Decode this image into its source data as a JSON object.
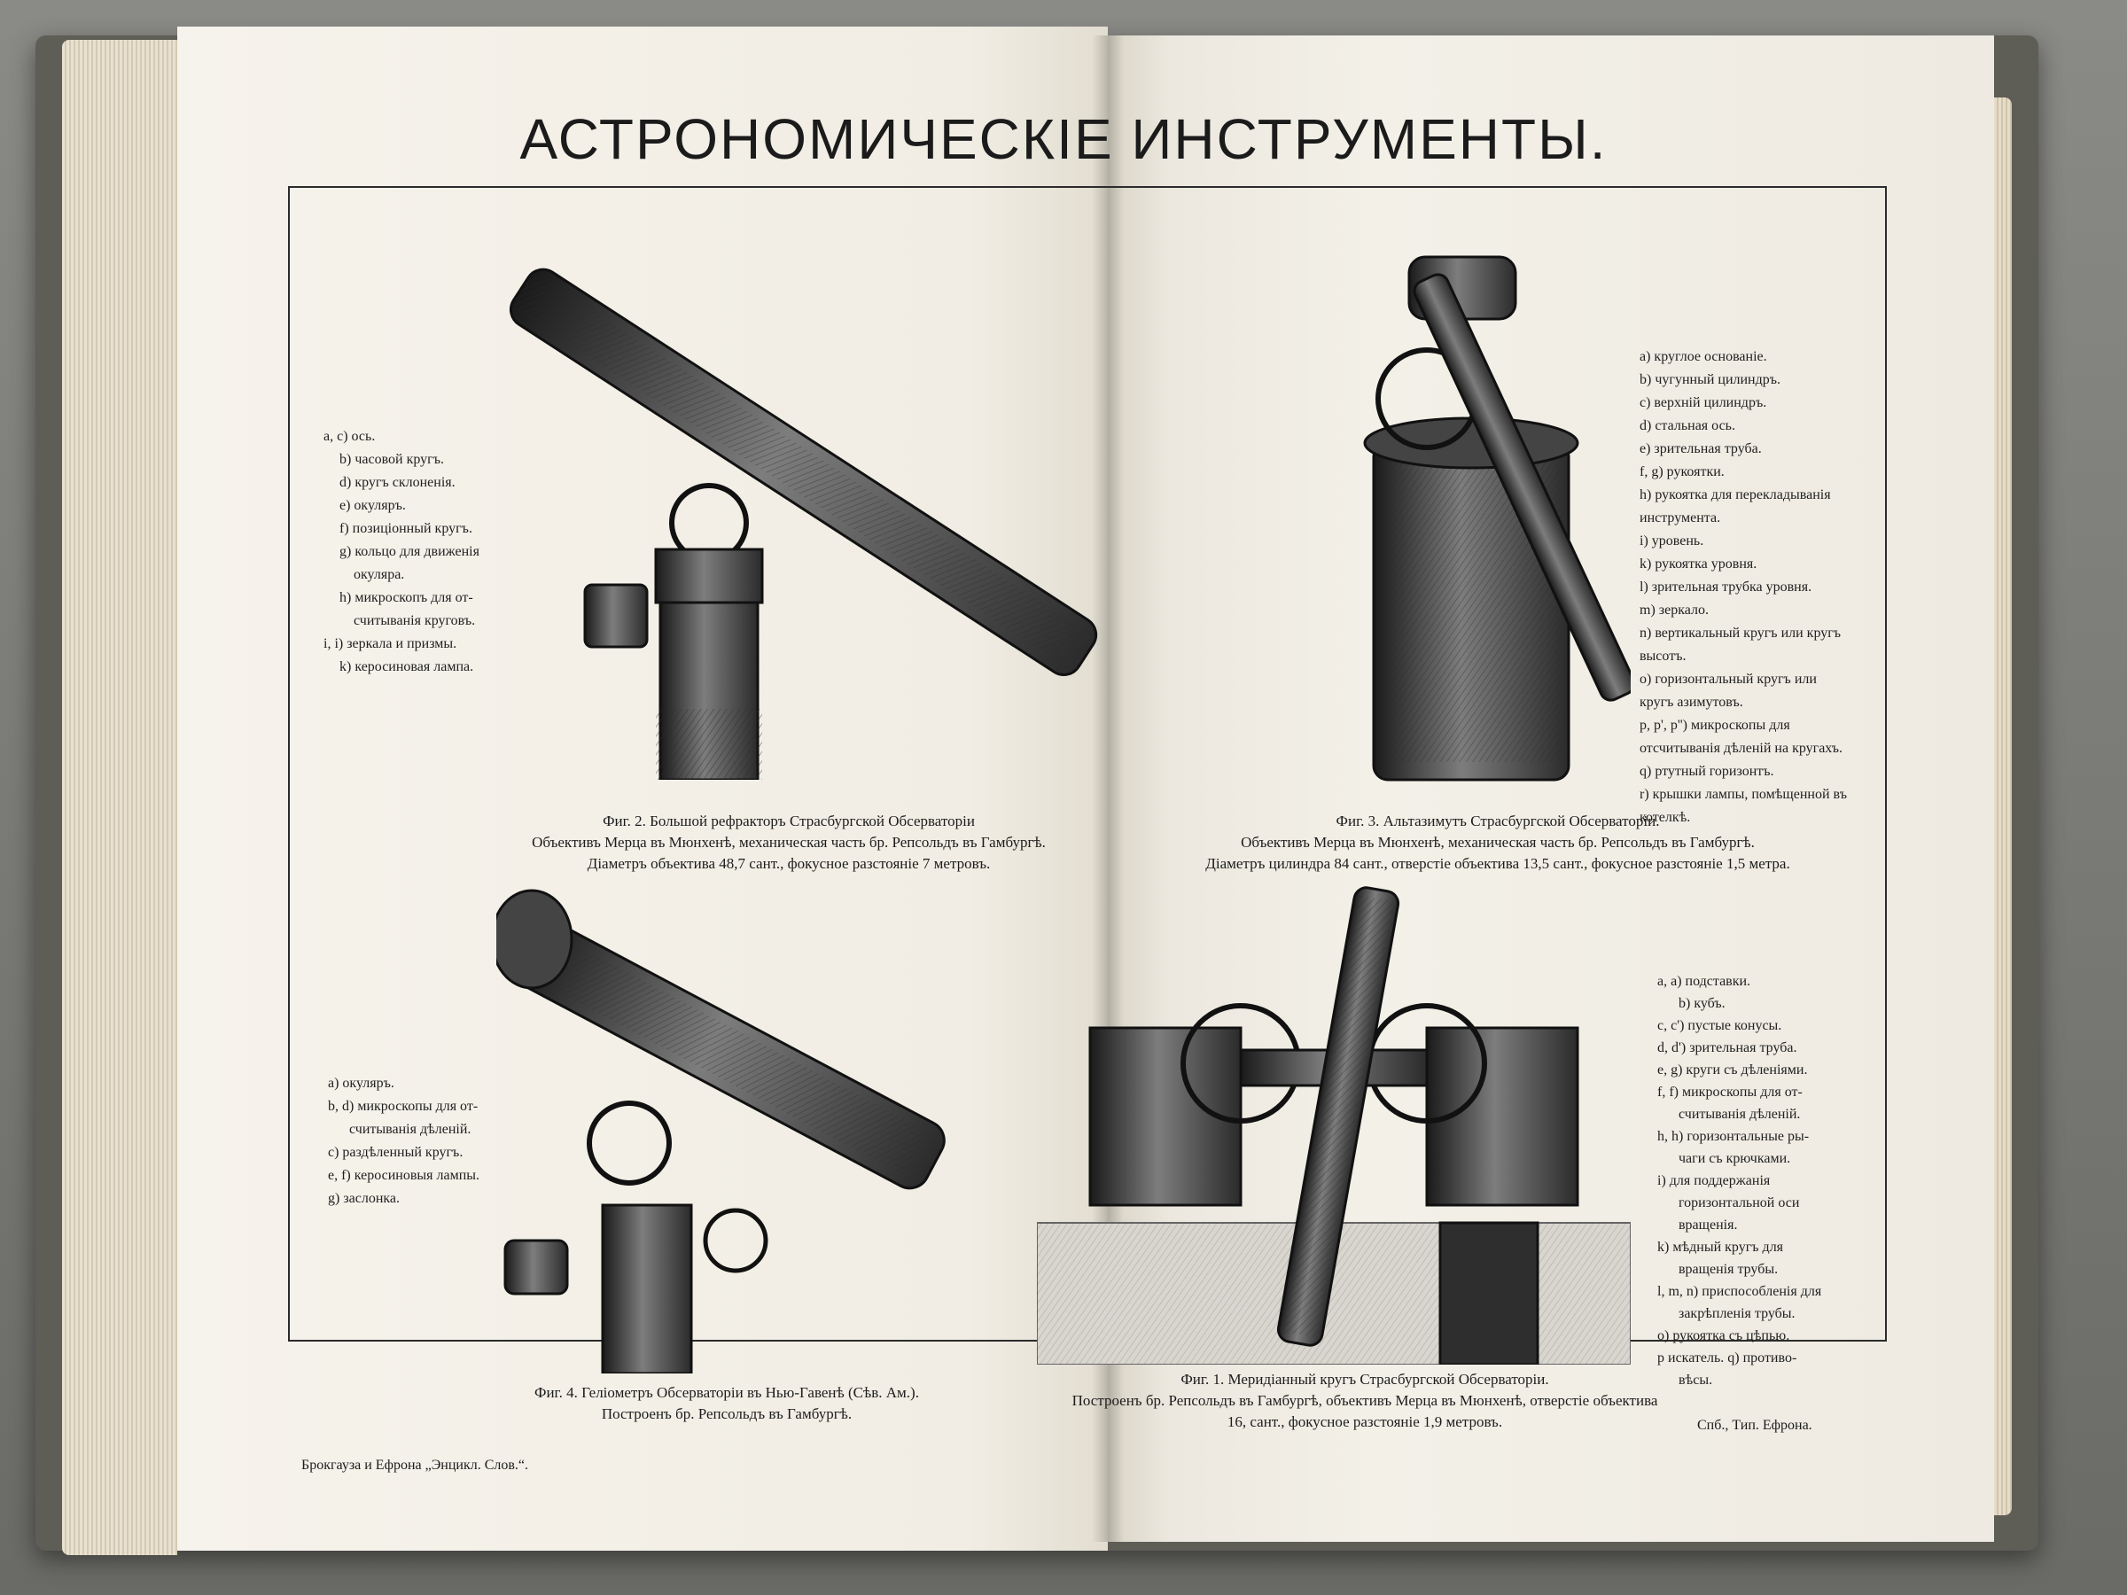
{
  "page_title": "АСТРОНОМИЧЕСКІЕ ИНСТРУМЕНТЫ.",
  "figures": {
    "fig2": {
      "caption": [
        "Фиг. 2. Большой рефракторъ Страсбургской Обсерваторіи",
        "Объективъ Мерца въ Мюнхенѣ, механическая часть бр. Репсольдъ въ Гамбургѣ.",
        "Діаметръ объектива 48,7 сант., фокусное разстояніе 7 метровъ."
      ],
      "legend": [
        "a, c) ось.",
        "b) часовой кругъ.",
        "d) кругъ склоненія.",
        "e) окуляръ.",
        "f) позиціонный кругъ.",
        "g) кольцо для движенія",
        "окуляра.",
        "h) микроскопъ для от-",
        "считыванія круговъ.",
        "i, i) зеркала и призмы.",
        "k) керосиновая лампа."
      ]
    },
    "fig3": {
      "caption": [
        "Фиг. 3. Альтазимутъ Страсбургской Обсерваторіи.",
        "Объективъ Мерца въ Мюнхенѣ, механическая часть бр. Репсольдъ въ Гамбургѣ.",
        "Діаметръ цилиндра 84 сант., отверстіе объектива 13,5 сант., фокусное разстояніе 1,5 метра."
      ],
      "legend": [
        "a) круглое основаніе.",
        "b) чугунный цилиндръ.",
        "c) верхній цилиндръ.",
        "d) стальная ось.",
        "e) зрительная труба.",
        "f, g) рукоятки.",
        "h) рукоятка для перекладыванія инструмента.",
        "i) уровень.",
        "k) рукоятка уровня.",
        "l) зрительная трубка уровня.",
        "m) зеркало.",
        "n) вертикальный кругъ или кругъ высотъ.",
        "o) горизонтальный кругъ или кругъ азимутовъ.",
        "p, p', p'') микроскопы для отсчитыванія дѣленій на кругахъ.",
        "q) ртутный горизонтъ.",
        "r) крышки лампы, помѣщенной въ котелкѣ."
      ]
    },
    "fig4": {
      "caption": [
        "Фиг. 4. Геліометръ Обсерваторіи въ Нью-Гавенѣ (Сѣв. Ам.).",
        "Построенъ бр. Репсольдъ въ Гамбургѣ."
      ],
      "legend": [
        "a) окуляръ.",
        "b, d) микроскопы для от-",
        "считыванія дѣленій.",
        "c) раздѣленный кругъ.",
        "e, f) керосиновыя лампы.",
        "g) заслонка."
      ]
    },
    "fig1": {
      "caption": [
        "Фиг. 1. Меридіанный кругъ Страсбургской Обсерваторіи.",
        "Построенъ бр. Репсольдъ въ Гамбургѣ, объективъ Мерца въ Мюнхенѣ, отверстіе объектива",
        "16, сант., фокусное разстояніе 1,9 метровъ."
      ],
      "legend": [
        "a, a) подставки.",
        "b) кубъ.",
        "c, c') пустые конусы.",
        "d, d') зрительная труба.",
        "e, g) круги съ дѣленіями.",
        "f, f) микроскопы для от-",
        "считыванія дѣленій.",
        "h, h) горизонтальные ры-",
        "чаги съ крючками.",
        "i) для поддержанія",
        "горизонтальной оси",
        "вращенія.",
        "k) мѣдный кругъ для",
        "вращенія трубы.",
        "l, m, n) приспособленія для",
        "закрѣпленія трубы.",
        "o) рукоятка съ цѣпью.",
        "p искатель. q) противо-",
        "вѣсы."
      ]
    }
  },
  "footer": {
    "left": "Брокгауза и Ефрона „Энцикл. Слов.“.",
    "right": "Спб., Тип. Ефрона."
  },
  "colors": {
    "ink": "#1f1f1f",
    "paper": "#f3f0e8",
    "cover": "#5e5d56"
  }
}
